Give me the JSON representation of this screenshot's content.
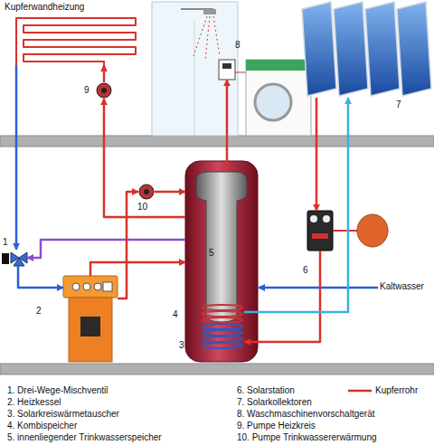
{
  "diagram": {
    "nodes": [
      {
        "text": [
          "Kupferwandheizung"
        ]
      },
      {
        "text": [
          "9"
        ]
      },
      {
        "text": [
          "8"
        ]
      },
      {
        "text": [
          "7"
        ]
      },
      {
        "text": [
          "10"
        ]
      },
      {
        "text": [
          "4"
        ]
      },
      {
        "text": [
          "5"
        ],
        "in": 5
      },
      {
        "text": [
          "3"
        ],
        "in": 5
      },
      {
        "text": [
          "6"
        ]
      },
      {
        "text": [
          "1"
        ]
      },
      {
        "text": [
          "2"
        ]
      }
    ],
    "edges": [
      {
        "from": 5,
        "to": 1,
        "arrow": "to"
      },
      {
        "from": 1,
        "to": 0,
        "arrow": "to"
      },
      {
        "from": 0,
        "to": 9,
        "arrow": "to"
      },
      {
        "from": 9,
        "to": 10,
        "arrow": "to"
      },
      {
        "from": 10,
        "to": 5,
        "arrow": "to"
      },
      {
        "from": 5,
        "to": 9,
        "arrow": "to"
      },
      {
        "from": 10,
        "to": 4,
        "arrow": "to"
      },
      {
        "from": 4,
        "to": 5,
        "arrow": "to"
      },
      {
        "from": 3,
        "to": 8,
        "arrow": "to"
      },
      {
        "from": 8,
        "to": 7,
        "arrow": "to"
      },
      {
        "from": 7,
        "to": 3,
        "arrow": "to"
      },
      {
        "from": 6,
        "to": 2,
        "arrow": "to"
      }
    ],
    "labels": [
      "Kaltwasser",
      "1. Drei-Wege-Mischventil",
      "2. Heizkessel",
      "3. Solarkreiswärmetauscher",
      "4. Kombispeicher",
      "5. innenliegender Trinkwasserspeicher",
      "6. Solarstation",
      "7. Solarkollektoren",
      "8. Waschmaschinenvorschaltgerät",
      "9. Pumpe Heizkreis",
      "10. Pumpe Trinkwassererwärmung"
    ],
    "legend": [
      {
        "text": "Kupferrohr"
      }
    ]
  }
}
